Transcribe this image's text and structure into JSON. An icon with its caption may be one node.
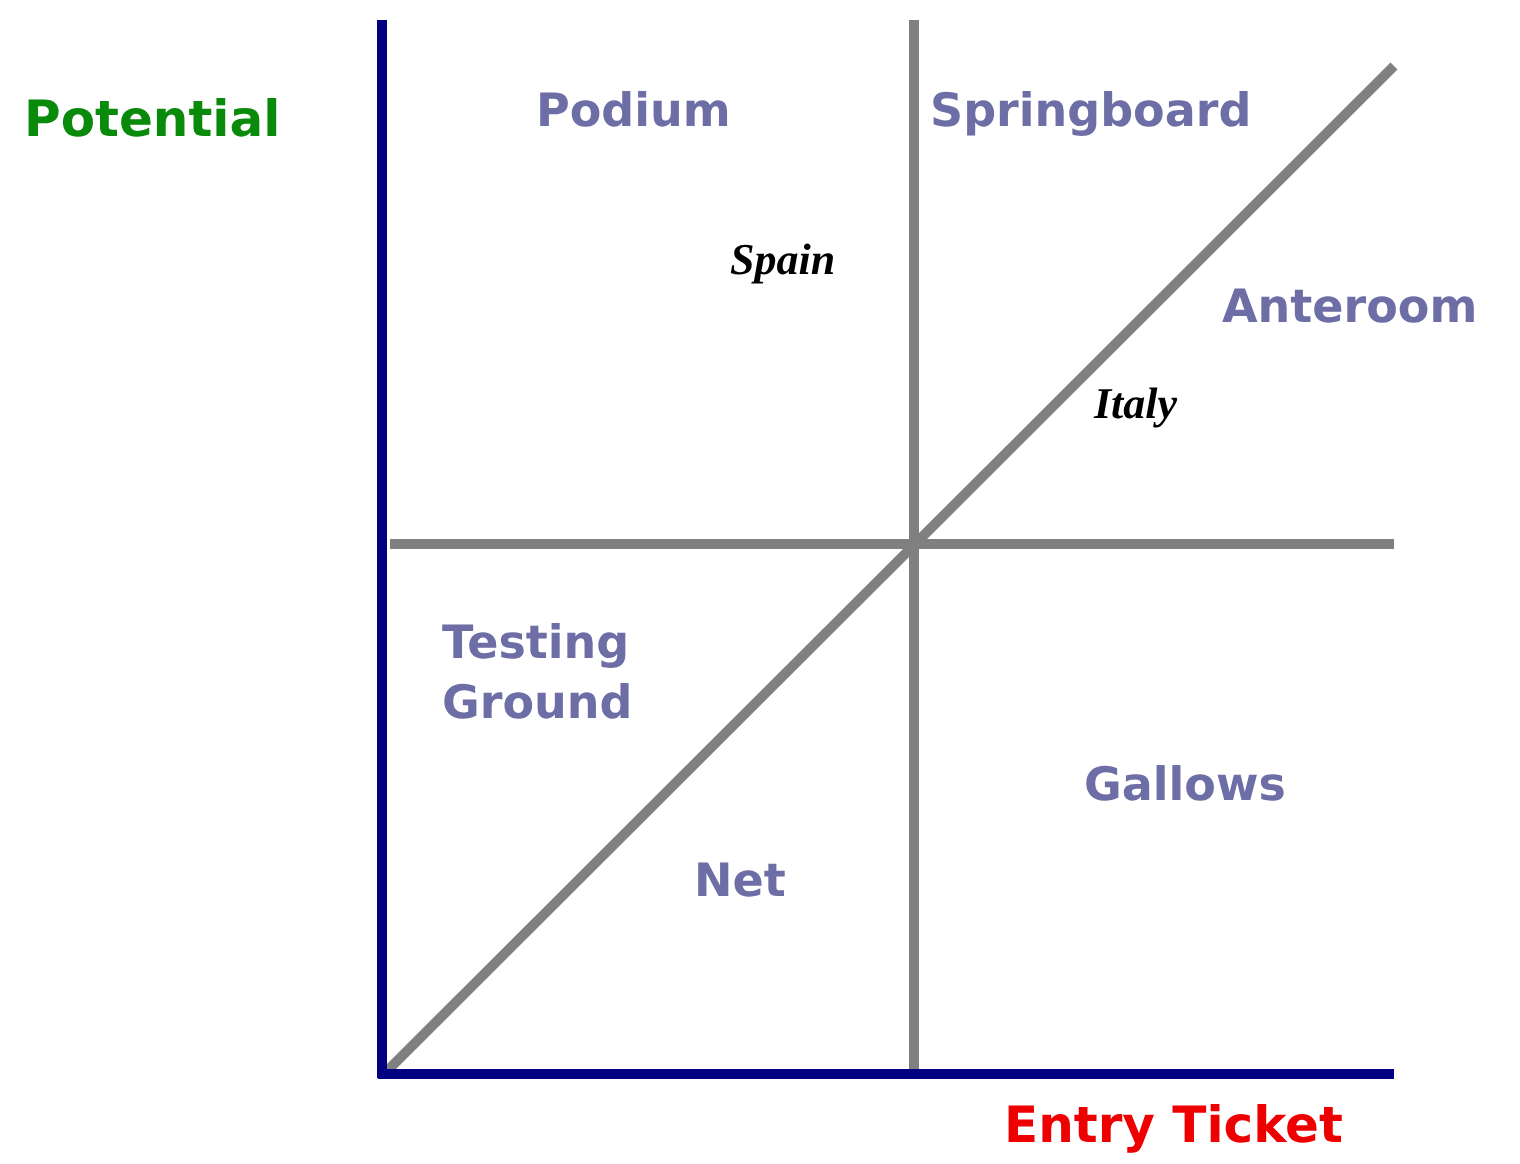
{
  "diagram": {
    "labels": [
      "Potential",
      "Podium",
      "Springboard",
      "Spain",
      "Anteroom",
      "Italy",
      "Testing Ground",
      "Gallows",
      "Net",
      "Entry Ticket"
    ]
  }
}
